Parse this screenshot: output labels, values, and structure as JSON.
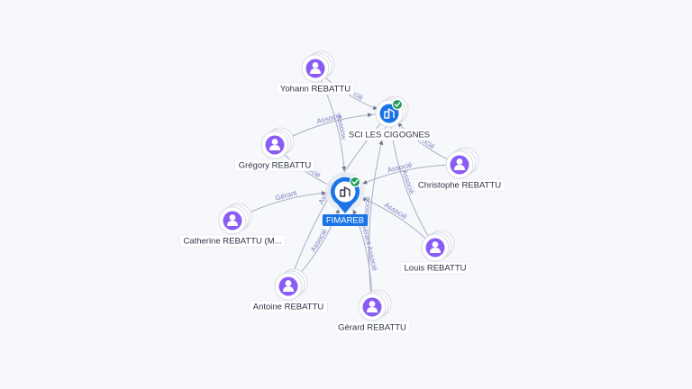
{
  "colors": {
    "person": "#8a5cf6",
    "company": "#1a73e8",
    "verified": "#1f9d55",
    "edge": "#a9aec4",
    "edge_label": "#7b82c2"
  },
  "nodes": [
    {
      "id": "fimareb",
      "label": "FIMAREB",
      "kind": "company-main",
      "icon": "building-icon",
      "verified": true
    },
    {
      "id": "sci",
      "label": "SCI LES CIGOGNES",
      "kind": "company",
      "icon": "building-icon",
      "verified": true
    },
    {
      "id": "yohann",
      "label": "Yohann REBATTU",
      "kind": "person",
      "icon": "person-icon"
    },
    {
      "id": "gregory",
      "label": "Grégory REBATTU",
      "kind": "person",
      "icon": "person-icon"
    },
    {
      "id": "catherine",
      "label": "Catherine REBATTU (M...",
      "kind": "person",
      "icon": "person-icon"
    },
    {
      "id": "antoine",
      "label": "Antoine REBATTU",
      "kind": "person",
      "icon": "person-icon"
    },
    {
      "id": "gerard",
      "label": "Gérard REBATTU",
      "kind": "person",
      "icon": "person-icon"
    },
    {
      "id": "louis",
      "label": "Louis REBATTU",
      "kind": "person",
      "icon": "person-icon"
    },
    {
      "id": "christophe",
      "label": "Christophe REBATTU",
      "kind": "person",
      "icon": "person-icon"
    }
  ],
  "edges": [
    {
      "from": "yohann",
      "to": "fimareb",
      "label": "Associé"
    },
    {
      "from": "yohann",
      "to": "sci",
      "label": "Associé"
    },
    {
      "from": "gregory",
      "to": "sci",
      "label": "Associé"
    },
    {
      "from": "gregory",
      "to": "fimareb",
      "label": "Associé"
    },
    {
      "from": "catherine",
      "to": "fimareb",
      "label": "Gérant"
    },
    {
      "from": "antoine",
      "to": "fimareb",
      "label": "Associé"
    },
    {
      "from": "antoine",
      "to": "sci",
      "label": "Associé"
    },
    {
      "from": "gerard",
      "to": "fimareb",
      "label": "Gérant Associé"
    },
    {
      "from": "gerard",
      "to": "sci",
      "label": "Associé"
    },
    {
      "from": "louis",
      "to": "fimareb",
      "label": "Associé"
    },
    {
      "from": "louis",
      "to": "sci",
      "label": "Associé"
    },
    {
      "from": "christophe",
      "to": "fimareb",
      "label": "Associé"
    },
    {
      "from": "christophe",
      "to": "sci",
      "label": "Associé"
    }
  ]
}
